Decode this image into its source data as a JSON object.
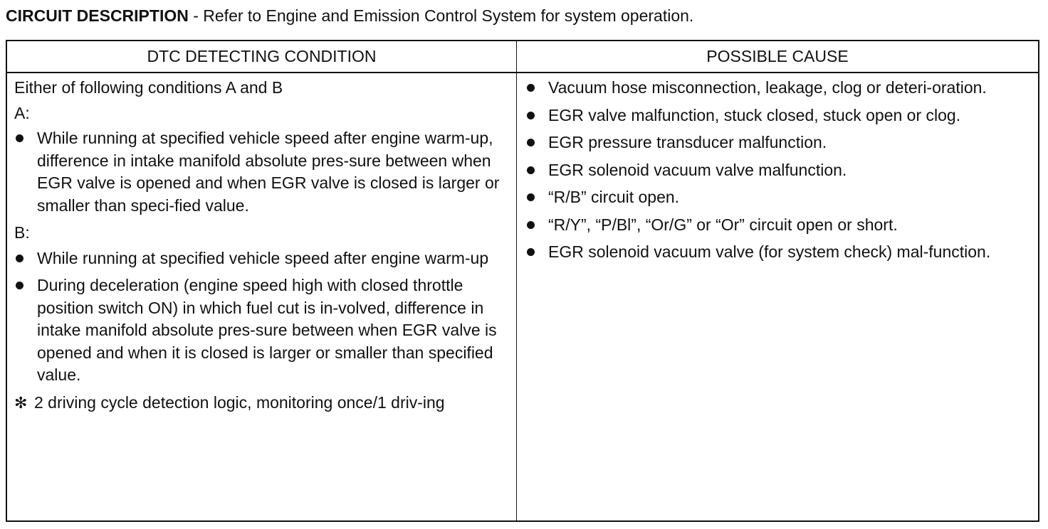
{
  "heading": {
    "bold": "CIRCUIT DESCRIPTION",
    "rest": " - Refer to Engine and Emission Control System for system operation."
  },
  "table": {
    "headers": {
      "left": "DTC DETECTING CONDITION",
      "right": "POSSIBLE CAUSE"
    },
    "left": {
      "intro": "Either of following conditions A and B",
      "label_a": "A:",
      "bullets_a": [
        "While running at specified vehicle speed after engine warm-up, difference in intake manifold absolute pres-sure between when EGR valve is opened and when EGR valve is closed is larger or smaller than speci-fied value."
      ],
      "label_b": "B:",
      "bullets_b": [
        "While running at specified vehicle speed after engine warm-up",
        "During deceleration (engine speed high with closed throttle position switch ON) in which fuel cut is in-volved, difference in intake manifold absolute pres-sure between when EGR valve is opened and when it is closed is larger or smaller than specified value."
      ],
      "note_mark": "✻",
      "note": "2 driving cycle detection logic, monitoring once/1 driv-ing"
    },
    "right": {
      "bullets": [
        "Vacuum hose misconnection, leakage, clog or deteri-oration.",
        "EGR valve malfunction, stuck closed, stuck open or clog.",
        "EGR pressure transducer malfunction.",
        "EGR solenoid vacuum valve malfunction.",
        "“R/B” circuit open.",
        "“R/Y”, “P/Bl”, “Or/G” or “Or” circuit open or short.",
        "EGR solenoid vacuum valve (for system check) mal-function."
      ]
    }
  }
}
